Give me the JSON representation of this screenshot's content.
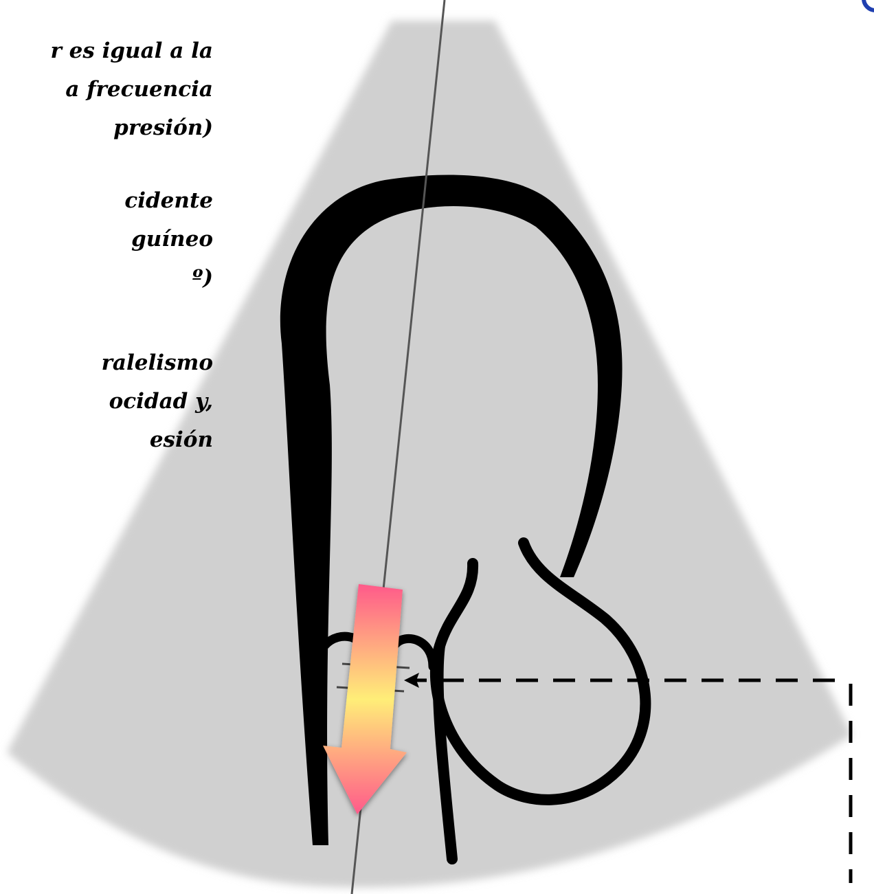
{
  "text": {
    "paragraph_1": [
      "r es igual a la",
      "a frecuencia",
      " presión)"
    ],
    "paragraph_2": [
      "cidente",
      "guíneo",
      "º)"
    ],
    "paragraph_3": [
      "ralelismo",
      "ocidad y,",
      "esión"
    ]
  },
  "colors": {
    "sector": "#cfcfcf",
    "myocardium": "#000000",
    "scan_line": "#555555",
    "arrow_top": "#ff5a8a",
    "arrow_mid": "#ffee78",
    "accent_corner": "#1f3fb0"
  },
  "icons": {
    "flow_arrow": "flow-arrow-icon",
    "sample_volume": "sample-volume-icon"
  }
}
